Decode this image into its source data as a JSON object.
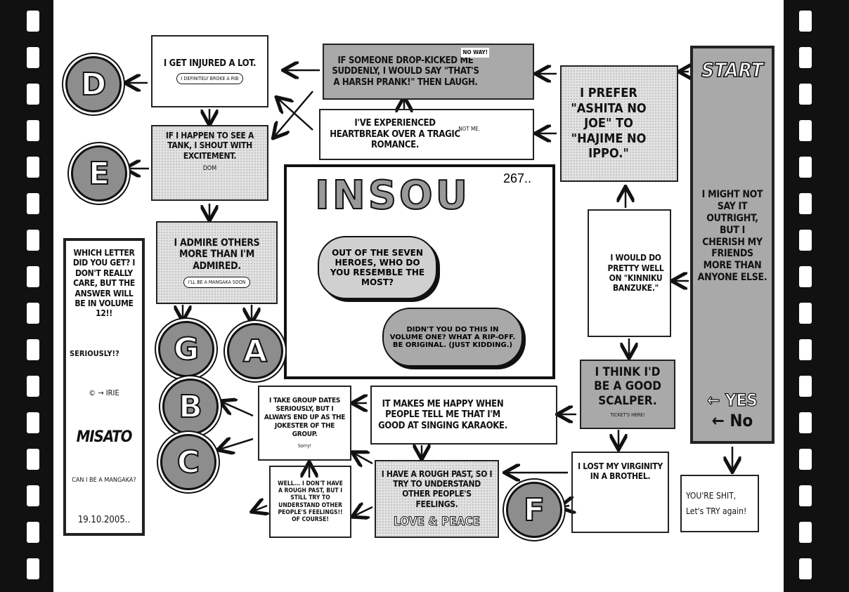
{
  "start": {
    "title": "START",
    "text": "I might not say it outright, but I cherish my friends more than anyone else.",
    "yes": "← YES",
    "no": "← No"
  },
  "questions": {
    "ashita": "I prefer \"Ashita no Joe\" to \"Hajime no Ippo.\"",
    "dropkick": "If someone drop-kicked me suddenly, I would say \"That's a harsh prank!\" then laugh.",
    "dropkick_sfx": "NO WAY!",
    "heartbreak": "I've experienced heartbreak over a tragic romance.",
    "heartbreak_sfx": "NOT ME.",
    "injured": "I get injured a lot.",
    "injured_sfx": "I definitely broke a rib",
    "tank": "If I happen to see a tank, I shout with excitement.",
    "tank_sfx": "DOM",
    "admire": "I admire others more than I'm admired.",
    "admire_sfx": "I'll be a mangaka soon",
    "kinniku": "I would do pretty well on \"Kinniku Banzuke.\"",
    "scalper": "I think I'd be a good scalper.",
    "scalper_sfx": "Ticket's here!",
    "karaoke": "It makes me happy when people tell me that I'm good at singing karaoke.",
    "groupdates": "I take group dates seriously, but I always end up as the jokester of the group.",
    "groupdates_sfx": "Sorry!",
    "roughpast": "I have a rough past, so I try to understand other people's feelings.",
    "roughpast_sfx": "LOVE & PEACE",
    "well": "Well... I don't have a rough past, but I still try to understand other people's feelings!! Of course!",
    "virginity": "I lost my virginity in a brothel.",
    "shit": "You're shit,",
    "shit2": "Let's TRY again!"
  },
  "center": {
    "logo": "INSOU",
    "number": "267..",
    "q": "Out of the SEVEN HEROES, who do you resemble the most?",
    "a": "Didn't you do this in volume one? What a rip-off. Be original. (Just kidding.)"
  },
  "side": {
    "text": "Which letter did you get? I don't really care, but the answer will be in volume 12!!",
    "seriously": "SERIOUSLY!?",
    "credit": "© → IRIE",
    "author": "MISATO",
    "question": "CAN I BE A MANGAKA?",
    "date": "19.10.2005.."
  },
  "results": [
    "D",
    "E",
    "G",
    "A",
    "B",
    "C",
    "F"
  ]
}
